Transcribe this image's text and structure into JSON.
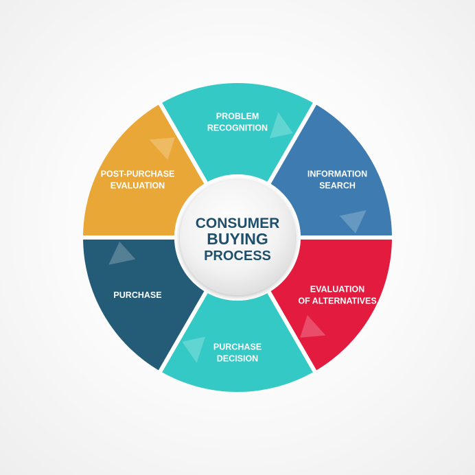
{
  "center": {
    "line1": "CONSUMER",
    "line2": "BUYING",
    "line3": "PROCESS"
  },
  "segments": [
    {
      "id": "problem-recognition",
      "lines": [
        "PROBLEM",
        "RECOGNITION"
      ],
      "color": "#35c9c6"
    },
    {
      "id": "information-search",
      "lines": [
        "INFORMATION",
        "SEARCH"
      ],
      "color": "#3d7bb0"
    },
    {
      "id": "evaluation-of-alternatives",
      "lines": [
        "EVALUATION",
        "OF ALTERNATIVES"
      ],
      "color": "#e31c3f"
    },
    {
      "id": "purchase-decision",
      "lines": [
        "PURCHASE",
        "DECISION"
      ],
      "color": "#35c9c6"
    },
    {
      "id": "purchase",
      "lines": [
        "PURCHASE"
      ],
      "color": "#245c78"
    },
    {
      "id": "post-purchase-evaluation",
      "lines": [
        "POST-PURCHASE",
        "EVALUATION"
      ],
      "color": "#e9a737"
    }
  ],
  "colors": {
    "center_text": "#1f4f6b",
    "divider": "#ffffff"
  }
}
